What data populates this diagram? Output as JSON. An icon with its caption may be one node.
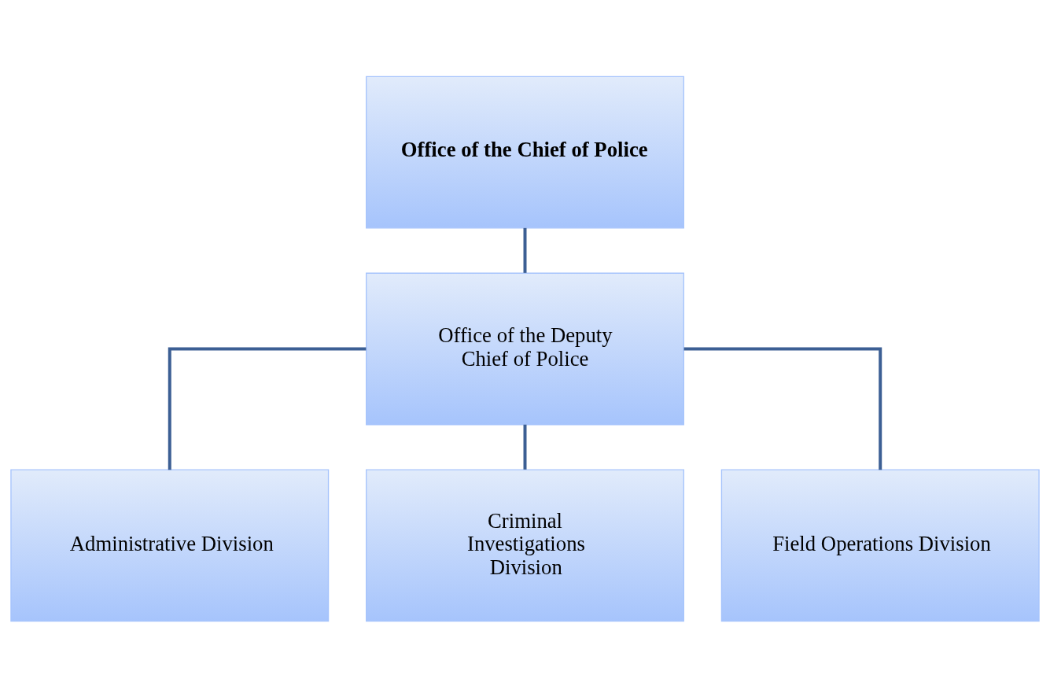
{
  "diagram": {
    "nodes": [
      {
        "text": [
          "Office of the Chief of Police"
        ]
      },
      {
        "text": [
          "Office of the Deputy Chief of Police"
        ]
      },
      {
        "text": [
          "Administrative Division"
        ]
      },
      {
        "text": [
          "Criminal Investigations Division"
        ]
      },
      {
        "text": [
          "Field Operations Division"
        ]
      }
    ],
    "edges": [
      {
        "from": 0,
        "to": 1,
        "arrow": "none"
      },
      {
        "from": 1,
        "to": 2,
        "arrow": "none"
      },
      {
        "from": 1,
        "to": 3,
        "arrow": "none"
      },
      {
        "from": 1,
        "to": 4,
        "arrow": "none"
      }
    ]
  }
}
